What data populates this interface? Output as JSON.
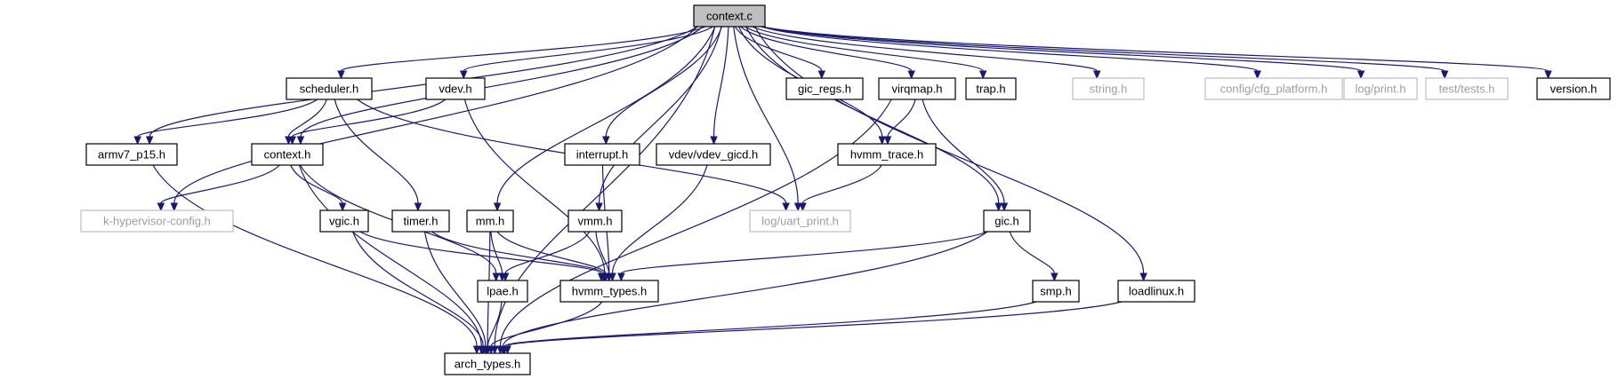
{
  "diagram": {
    "root": "context.c",
    "nodes": [
      {
        "id": "context_c",
        "label": "context.c",
        "kind": "root"
      },
      {
        "id": "scheduler_h",
        "label": "scheduler.h",
        "kind": "local"
      },
      {
        "id": "vdev_h",
        "label": "vdev.h",
        "kind": "local"
      },
      {
        "id": "gic_regs_h",
        "label": "gic_regs.h",
        "kind": "local"
      },
      {
        "id": "virqmap_h",
        "label": "virqmap.h",
        "kind": "local"
      },
      {
        "id": "trap_h",
        "label": "trap.h",
        "kind": "local"
      },
      {
        "id": "string_h",
        "label": "string.h",
        "kind": "external"
      },
      {
        "id": "cfg_platform_h",
        "label": "config/cfg_platform.h",
        "kind": "external"
      },
      {
        "id": "log_print_h",
        "label": "log/print.h",
        "kind": "external"
      },
      {
        "id": "test_tests_h",
        "label": "test/tests.h",
        "kind": "external"
      },
      {
        "id": "version_h",
        "label": "version.h",
        "kind": "local"
      },
      {
        "id": "armv7_p15_h",
        "label": "armv7_p15.h",
        "kind": "local"
      },
      {
        "id": "context_h",
        "label": "context.h",
        "kind": "local"
      },
      {
        "id": "interrupt_h",
        "label": "interrupt.h",
        "kind": "local"
      },
      {
        "id": "vdev_gicd_h",
        "label": "vdev/vdev_gicd.h",
        "kind": "local"
      },
      {
        "id": "hvmm_trace_h",
        "label": "hvmm_trace.h",
        "kind": "local"
      },
      {
        "id": "khv_config_h",
        "label": "k-hypervisor-config.h",
        "kind": "external"
      },
      {
        "id": "uart_print_h",
        "label": "log/uart_print.h",
        "kind": "external"
      },
      {
        "id": "vgic_h",
        "label": "vgic.h",
        "kind": "local"
      },
      {
        "id": "timer_h",
        "label": "timer.h",
        "kind": "local"
      },
      {
        "id": "mm_h",
        "label": "mm.h",
        "kind": "local"
      },
      {
        "id": "vmm_h",
        "label": "vmm.h",
        "kind": "local"
      },
      {
        "id": "gic_h",
        "label": "gic.h",
        "kind": "local"
      },
      {
        "id": "lpae_h",
        "label": "lpae.h",
        "kind": "local"
      },
      {
        "id": "hvmm_types_h",
        "label": "hvmm_types.h",
        "kind": "local"
      },
      {
        "id": "smp_h",
        "label": "smp.h",
        "kind": "local"
      },
      {
        "id": "loadlinux_h",
        "label": "loadlinux.h",
        "kind": "local"
      },
      {
        "id": "arch_types_h",
        "label": "arch_types.h",
        "kind": "local"
      }
    ],
    "edges": [
      {
        "from": "context_c",
        "to": "arch_types_h"
      },
      {
        "from": "context_c",
        "to": "armv7_p15_h"
      },
      {
        "from": "context_c",
        "to": "khv_config_h"
      },
      {
        "from": "context_c",
        "to": "context_h"
      },
      {
        "from": "context_c",
        "to": "scheduler_h"
      },
      {
        "from": "context_c",
        "to": "mm_h"
      },
      {
        "from": "context_c",
        "to": "vdev_h"
      },
      {
        "from": "context_c",
        "to": "vmm_h"
      },
      {
        "from": "context_c",
        "to": "interrupt_h"
      },
      {
        "from": "context_c",
        "to": "vdev_gicd_h"
      },
      {
        "from": "context_c",
        "to": "uart_print_h"
      },
      {
        "from": "context_c",
        "to": "hvmm_trace_h"
      },
      {
        "from": "context_c",
        "to": "gic_regs_h"
      },
      {
        "from": "context_c",
        "to": "virqmap_h"
      },
      {
        "from": "context_c",
        "to": "trap_h"
      },
      {
        "from": "context_c",
        "to": "gic_h"
      },
      {
        "from": "context_c",
        "to": "string_h"
      },
      {
        "from": "context_c",
        "to": "cfg_platform_h"
      },
      {
        "from": "context_c",
        "to": "log_print_h"
      },
      {
        "from": "context_c",
        "to": "test_tests_h"
      },
      {
        "from": "context_c",
        "to": "loadlinux_h"
      },
      {
        "from": "context_c",
        "to": "version_h"
      },
      {
        "from": "scheduler_h",
        "to": "armv7_p15_h"
      },
      {
        "from": "scheduler_h",
        "to": "context_h"
      },
      {
        "from": "scheduler_h",
        "to": "timer_h"
      },
      {
        "from": "scheduler_h",
        "to": "uart_print_h"
      },
      {
        "from": "vdev_h",
        "to": "context_h"
      },
      {
        "from": "vdev_h",
        "to": "hvmm_types_h"
      },
      {
        "from": "armv7_p15_h",
        "to": "arch_types_h"
      },
      {
        "from": "context_h",
        "to": "khv_config_h"
      },
      {
        "from": "context_h",
        "to": "vgic_h"
      },
      {
        "from": "context_h",
        "to": "lpae_h"
      },
      {
        "from": "context_h",
        "to": "arch_types_h"
      },
      {
        "from": "interrupt_h",
        "to": "hvmm_types_h"
      },
      {
        "from": "vdev_gicd_h",
        "to": "hvmm_types_h"
      },
      {
        "from": "hvmm_trace_h",
        "to": "uart_print_h"
      },
      {
        "from": "virqmap_h",
        "to": "hvmm_trace_h"
      },
      {
        "from": "virqmap_h",
        "to": "gic_h"
      },
      {
        "from": "virqmap_h",
        "to": "arch_types_h"
      },
      {
        "from": "vgic_h",
        "to": "hvmm_types_h"
      },
      {
        "from": "vgic_h",
        "to": "arch_types_h"
      },
      {
        "from": "timer_h",
        "to": "hvmm_types_h"
      },
      {
        "from": "timer_h",
        "to": "arch_types_h"
      },
      {
        "from": "mm_h",
        "to": "lpae_h"
      },
      {
        "from": "mm_h",
        "to": "hvmm_types_h"
      },
      {
        "from": "mm_h",
        "to": "arch_types_h"
      },
      {
        "from": "vmm_h",
        "to": "lpae_h"
      },
      {
        "from": "vmm_h",
        "to": "hvmm_types_h"
      },
      {
        "from": "gic_h",
        "to": "hvmm_types_h"
      },
      {
        "from": "gic_h",
        "to": "smp_h"
      },
      {
        "from": "gic_h",
        "to": "arch_types_h"
      },
      {
        "from": "lpae_h",
        "to": "arch_types_h"
      },
      {
        "from": "hvmm_types_h",
        "to": "arch_types_h"
      },
      {
        "from": "smp_h",
        "to": "arch_types_h"
      },
      {
        "from": "loadlinux_h",
        "to": "arch_types_h"
      }
    ]
  },
  "colors": {
    "edge": "#191970",
    "root_fill": "#bfbfbf",
    "node_border": "#000000",
    "external_border": "#bfbfbf",
    "external_text": "#9e9e9e"
  }
}
